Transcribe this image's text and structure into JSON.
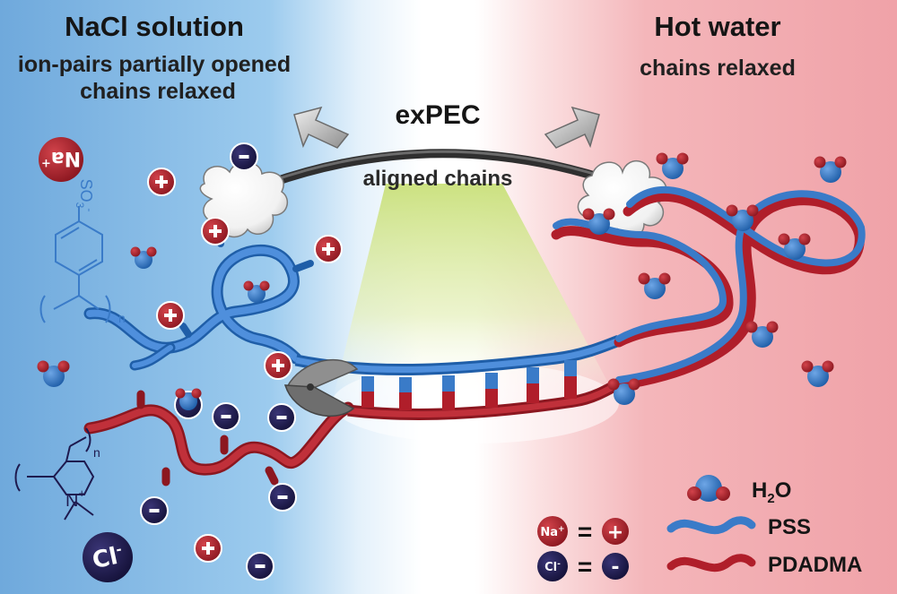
{
  "left_panel": {
    "title": "NaCl solution",
    "line1": "ion-pairs partially opened",
    "line2": "chains relaxed",
    "na_badge": "Na",
    "na_sup": "+",
    "cl_badge": "Cl",
    "cl_sup": "-",
    "pss_group": "SO",
    "pss_sub": "3",
    "pss_sup": "-",
    "pss_index": "n",
    "pdadma_index": "n",
    "pdadma_n": "N",
    "pdadma_plus": "+"
  },
  "right_panel": {
    "title": "Hot water",
    "line1": "chains relaxed"
  },
  "center": {
    "label": "exPEC",
    "sublabel": "aligned chains"
  },
  "legend": {
    "water_label": "H",
    "water_sub": "2",
    "water_label2": "O",
    "pss_label": "PSS",
    "pdadma_label": "PDADMA",
    "na_symbol": "Na",
    "na_sup": "+",
    "cl_symbol": "Cl",
    "cl_sup": "-",
    "equals": "=",
    "plus_sign": "+",
    "minus_sign": "-"
  },
  "ions": {
    "plus": "+",
    "minus": "-"
  },
  "colors": {
    "left_bg": "#7fb6e2",
    "right_bg": "#f2a9ae",
    "pss_blue": "#3a7bc8",
    "pdadma_red": "#b01e2a",
    "cation": "#b91d27",
    "anion": "#1e1a4f",
    "water_blue": "#2f72bf",
    "water_red": "#a3222b"
  }
}
